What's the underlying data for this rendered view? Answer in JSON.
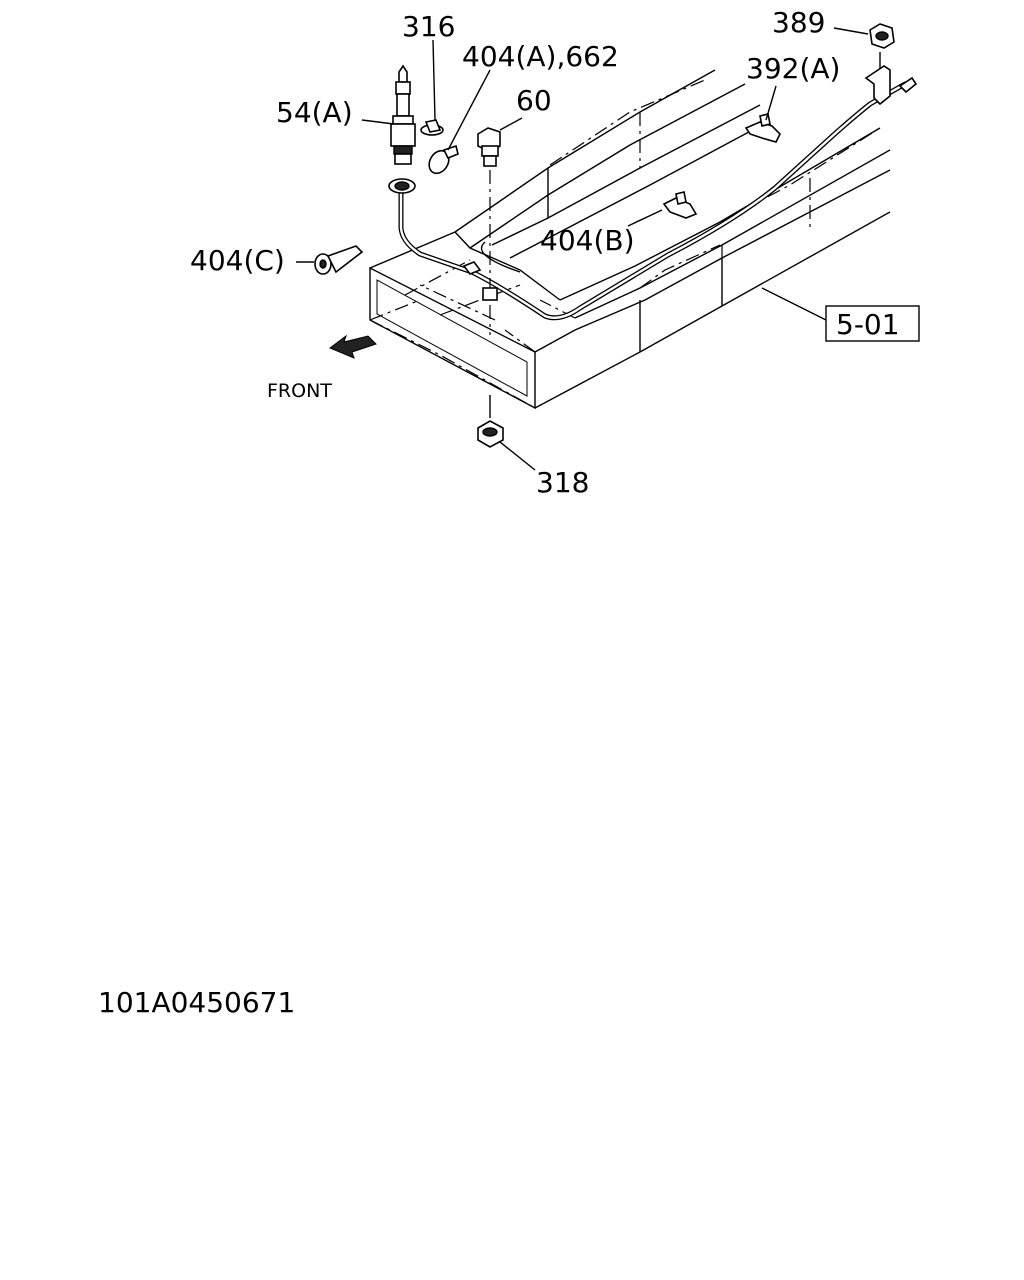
{
  "labels": {
    "part_316": "316",
    "part_404a_662": "404(A),662",
    "part_54a": "54(A)",
    "part_60": "60",
    "part_389": "389",
    "part_392a": "392(A)",
    "part_404b": "404(B)",
    "part_404c": "404(C)",
    "part_318": "318",
    "ref_5_01": "5-01",
    "front": "FRONT"
  },
  "figure_id": "101A0450671"
}
